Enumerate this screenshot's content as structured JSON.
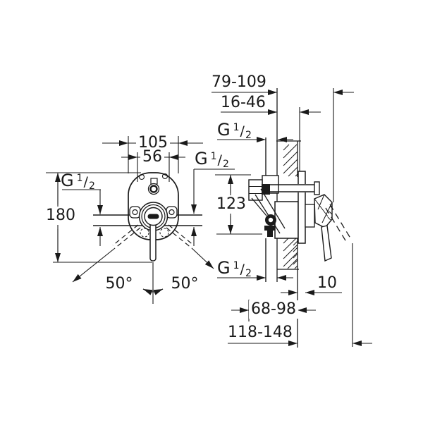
{
  "dimensions": {
    "offset_top_range": "79-109",
    "wall_range": "16-46",
    "plate_width": "105",
    "screw_spacing": "56",
    "body_height": "180",
    "outlet_spacing": "123",
    "rosette_thickness": "10",
    "depth_range_small": "68-98",
    "depth_range_large": "118-148",
    "swing_angle_left": "50°",
    "swing_angle_right": "50°"
  },
  "thread": {
    "letter": "G",
    "numerator": "1",
    "slash": "/",
    "denominator": "2"
  }
}
